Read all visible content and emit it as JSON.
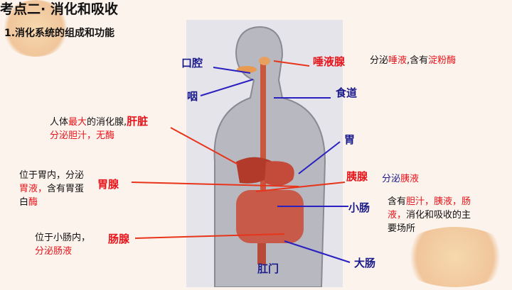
{
  "title": "考点二· 消化和吸收",
  "subtitle": "1.消化系统的组成和功能",
  "labels": {
    "mouth": "口腔",
    "pharynx": "咽",
    "salivary": "唾液腺",
    "esophagus": "食道",
    "stomach": "胃",
    "liver": "肝脏",
    "gastric": "胃腺",
    "pancreas": "胰腺",
    "small_int": "小肠",
    "intestinal": "肠腺",
    "large_int": "大肠",
    "anus": "肛门"
  },
  "notes": {
    "salivary": [
      {
        "t": "分泌",
        "c": "k"
      },
      {
        "t": "唾液",
        "c": "r"
      },
      {
        "t": ",含有",
        "c": "k"
      },
      {
        "t": "淀粉酶",
        "c": "r"
      }
    ],
    "liver": [
      {
        "t": "人体",
        "c": "k"
      },
      {
        "t": "最大",
        "c": "r"
      },
      {
        "t": "的消化腺,",
        "c": "k"
      }
    ],
    "liver2": "分泌胆汁，无酶",
    "gastric": [
      {
        "t": "位于胃内，分泌",
        "c": "k"
      },
      {
        "t": "胃液，",
        "c": "r"
      },
      {
        "t": "含有胃蛋白",
        "c": "k"
      },
      {
        "t": "酶",
        "c": "r"
      }
    ],
    "pancreas": [
      {
        "t": "分泌",
        "c": "b"
      },
      {
        "t": "胰液",
        "c": "r"
      }
    ],
    "small_int": [
      {
        "t": "含有",
        "c": "k"
      },
      {
        "t": "胆汁，胰液，肠液，",
        "c": "r"
      },
      {
        "t": "消化和吸收的主要场所",
        "c": "k"
      }
    ],
    "intestinal1": "位于小肠内，",
    "intestinal2": "分泌肠液"
  },
  "colors": {
    "red": "#e8141b",
    "blue": "#1a1a8c",
    "k": "#111111"
  }
}
